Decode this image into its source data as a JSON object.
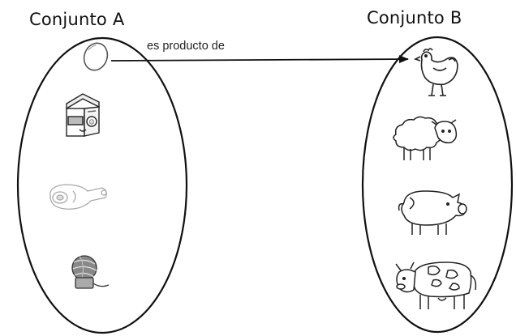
{
  "set_a": {
    "title": "Conjunto A",
    "items": [
      {
        "icon": "egg-icon"
      },
      {
        "icon": "milk-carton-icon"
      },
      {
        "icon": "ham-meat-icon"
      },
      {
        "icon": "yarn-ball-icon"
      }
    ]
  },
  "set_b": {
    "title": "Conjunto B",
    "items": [
      {
        "icon": "hen-icon"
      },
      {
        "icon": "sheep-icon"
      },
      {
        "icon": "pig-icon"
      },
      {
        "icon": "cow-icon"
      }
    ]
  },
  "relation": {
    "label": "es producto de",
    "from": "egg-icon",
    "to": "hen-icon"
  }
}
